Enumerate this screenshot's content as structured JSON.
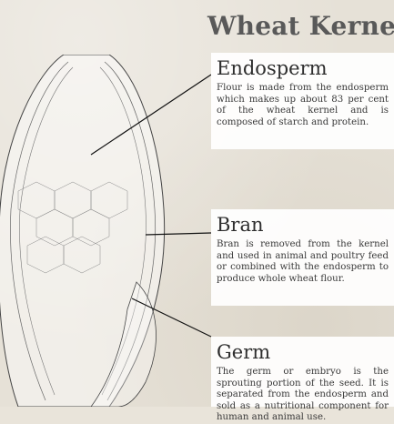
{
  "title": "Wheat Kernel",
  "sections": [
    {
      "heading": "Endosperm",
      "body": "Flour is made from the endosperm which makes up about 83 per cent of the wheat kernel and is composed of starch and protein."
    },
    {
      "heading": "Bran",
      "body": "Bran is removed from the kernel and used in animal and poultry feed or combined with the endosperm to produce whole wheat flour."
    },
    {
      "heading": "Germ",
      "body": "The germ or embryo is the sprouting portion of the seed. It is separated from the endosperm and sold as a nutritional component for human and animal use."
    }
  ],
  "colors": {
    "background": "#e6e1d7",
    "title": "#595959",
    "leader_line": "#111111",
    "kernel_outline": "#333333"
  }
}
